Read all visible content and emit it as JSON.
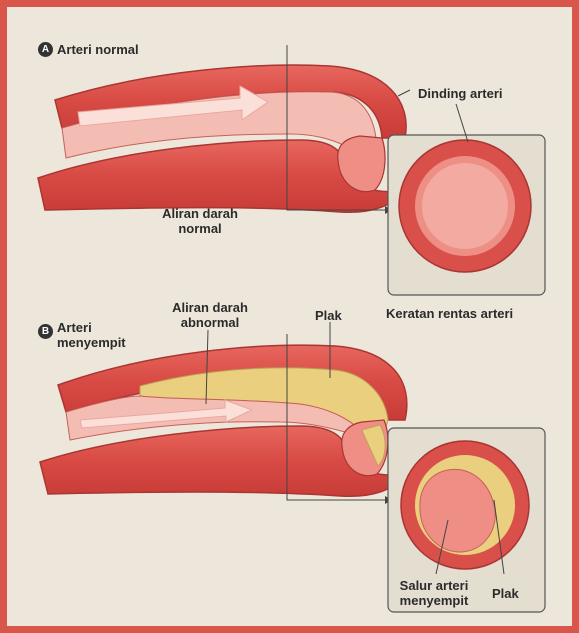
{
  "section_a": {
    "badge": "A",
    "title": "Arteri normal",
    "flow_label_line1": "Aliran darah",
    "flow_label_line2": "normal",
    "wall_label": "Dinding arteri",
    "cross_section_label": "Keratan rentas arteri"
  },
  "section_b": {
    "badge": "B",
    "title_line1": "Arteri",
    "title_line2": "menyempit",
    "flow_label_line1": "Aliran darah",
    "flow_label_line2": "abnormal",
    "plaque_label": "Plak",
    "narrow_label_line1": "Salur arteri",
    "narrow_label_line2": "menyempit",
    "plaque_label_2": "Plak"
  },
  "colors": {
    "frame": "#d8564a",
    "artery_outer": "#d9504a",
    "artery_inner": "#ee8f86",
    "lumen": "#f6c6bd",
    "plaque": "#e9cf7e",
    "arrow": "#f7d2ca"
  }
}
